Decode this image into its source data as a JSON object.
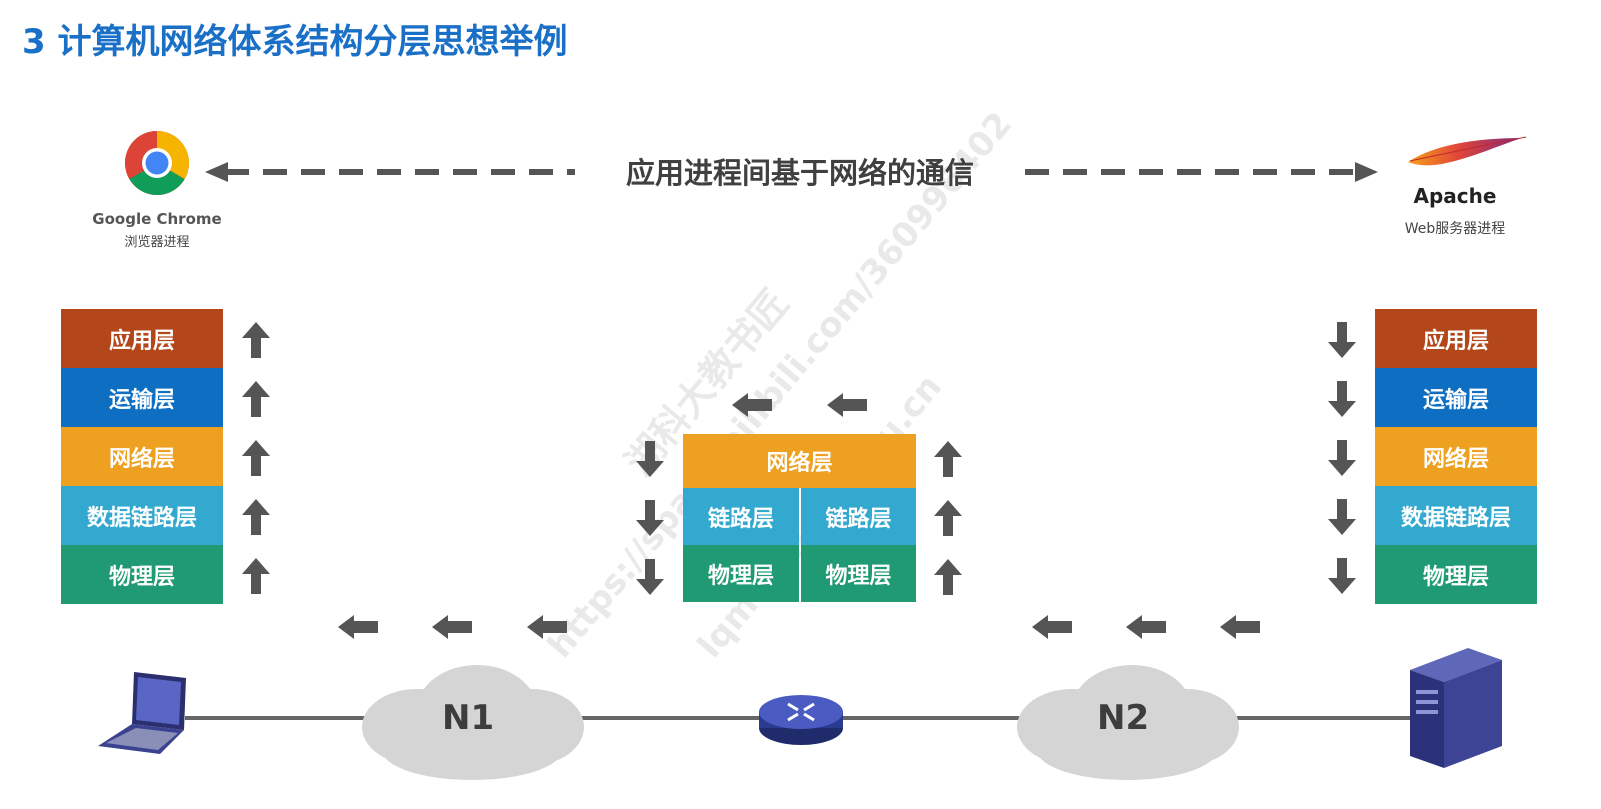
{
  "title": "3 计算机网络体系结构分层思想举例",
  "top_caption": "应用进程间基于网络的通信",
  "left_app": {
    "name": "Google Chrome",
    "desc": "浏览器进程"
  },
  "right_app": {
    "name": "Apache",
    "desc": "Web服务器进程"
  },
  "left_stack": [
    "应用层",
    "运输层",
    "网络层",
    "数据链路层",
    "物理层"
  ],
  "right_stack": [
    "应用层",
    "运输层",
    "网络层",
    "数据链路层",
    "物理层"
  ],
  "router_stack": {
    "network": "网络层",
    "link_left": "链路层",
    "link_right": "链路层",
    "phy_left": "物理层",
    "phy_right": "物理层"
  },
  "networks": [
    "N1",
    "N2"
  ],
  "watermarks": [
    "湖科大教书匠",
    "https://space.bilibili.com/360996402",
    "lqm@hnust.edu.cn"
  ],
  "colors": {
    "title": "#1a6fc7",
    "app": "#b3471a",
    "transport": "#0e6fc2",
    "network": "#eea020",
    "link": "#33a9cf",
    "physical": "#1f9a72",
    "arrow": "#555555"
  },
  "icons": {
    "left_app": "chrome-icon",
    "right_app": "apache-feather-icon",
    "left_host": "laptop-icon",
    "right_host": "server-icon",
    "router": "router-icon",
    "cloud": "cloud-icon"
  }
}
